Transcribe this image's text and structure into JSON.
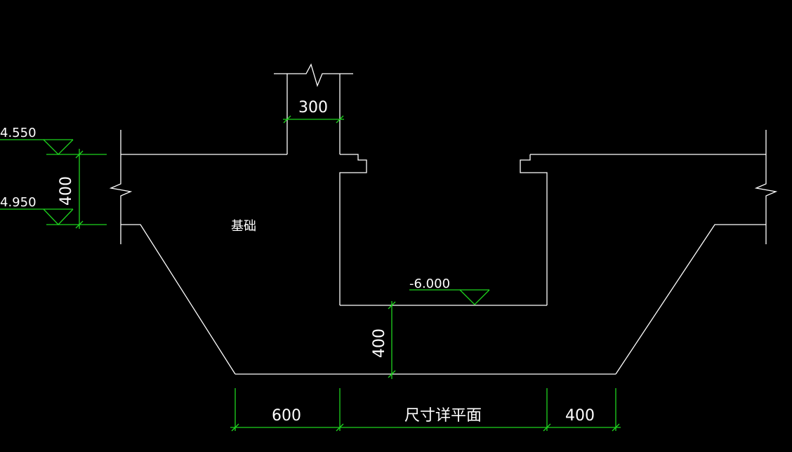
{
  "drawing": {
    "elevations": {
      "top_left": "4.550",
      "bottom_left": "4.950",
      "pit_bottom": "-6.000"
    },
    "dimensions": {
      "column_width": "300",
      "slab_thickness": "400",
      "pit_depth": "400",
      "bottom_left": "600",
      "bottom_middle": "尺寸详平面",
      "bottom_right": "400"
    },
    "labels": {
      "foundation": "基础"
    },
    "colors": {
      "background": "#000000",
      "outline": "#ffffff",
      "dimension": "#1ed31e"
    }
  }
}
